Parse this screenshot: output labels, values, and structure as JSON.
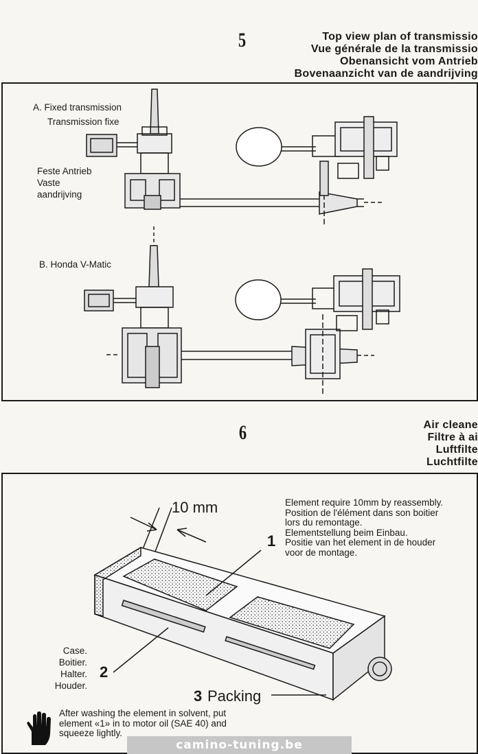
{
  "section5": {
    "number": "5",
    "titles": [
      "Top view plan of transmissio",
      "Vue générale de la transmissio",
      "Obenansicht vom Antrieb",
      "Bovenaanzicht van de aandrijving"
    ],
    "fig_a": {
      "label_en": "A. Fixed transmission",
      "label_fr": "Transmission fixe",
      "label_de": "Feste Antrieb",
      "label_nl_1": "Vaste",
      "label_nl_2": "aandrijving"
    },
    "fig_b": {
      "label": "B. Honda V-Matic"
    }
  },
  "section6": {
    "number": "6",
    "titles": [
      "Air cleane",
      "Filtre à ai",
      "Luftfilte",
      "Luchtfilte"
    ],
    "dimension": "10 mm",
    "notes": [
      "Element require 10mm by reassembly.",
      "Position de l'élément dans son boitier",
      "lors du remontage.",
      "Elementstellung beim Einbau.",
      "Positie van het element in de houder",
      "voor de montage."
    ],
    "callout_1": "1",
    "callout_2": "2",
    "callout_3_num": "3",
    "callout_3_text": "Packing",
    "case_labels": [
      "Case.",
      "Boitier.",
      "Halter.",
      "Houder."
    ],
    "warning": [
      "After washing the element in solvent, put",
      "element «1» in to motor oil (SAE 40) and",
      "squeeze lightly."
    ],
    "hand_icon": "hand-icon"
  },
  "watermark": "camino-tuning.be"
}
